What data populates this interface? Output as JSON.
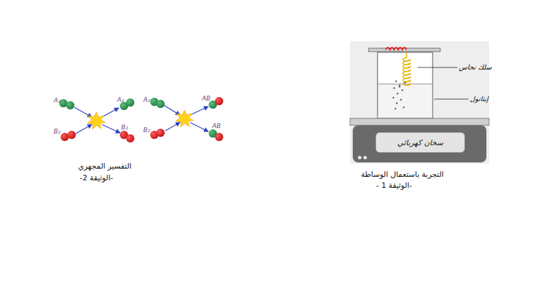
{
  "diagram": {
    "nodes": [
      {
        "text": [
          "سخان كهربائي"
        ]
      }
    ],
    "labels": [
      "A₂",
      "A₂",
      "B₂",
      "B₂",
      "A₂",
      "AB",
      "B₂",
      "AB",
      "التفسير المجهري",
      "-الوثيقة 2-",
      "سلك نحاس",
      "إيثانول",
      "التجربة باستعمال الوساطة",
      "- الوثيقة 1-"
    ]
  }
}
